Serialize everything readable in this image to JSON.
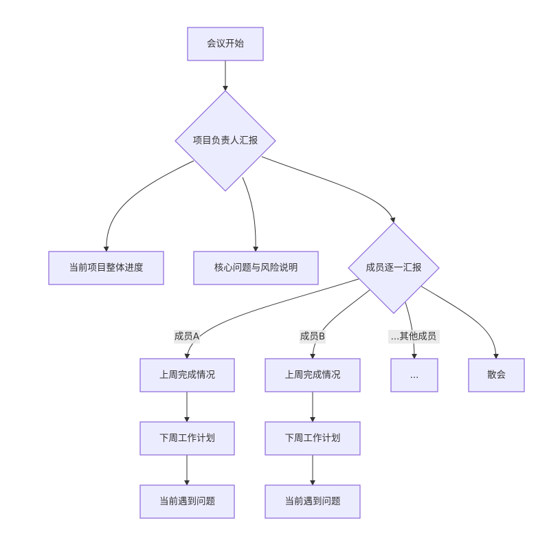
{
  "diagram": {
    "nodes": {
      "start": "会议开始",
      "pm_report": "项目负责人汇报",
      "overall_progress": "当前项目整体进度",
      "issues_risks": "核心问题与风险说明",
      "member_report": "成员逐一汇报",
      "a_last_week": "上周完成情况",
      "a_next_week": "下周工作计划",
      "a_problems": "当前遇到问题",
      "b_last_week": "上周完成情况",
      "b_next_week": "下周工作计划",
      "b_problems": "当前遇到问题",
      "others": "...",
      "adjourn": "散会"
    },
    "edge_labels": {
      "member_a": "成员A",
      "member_b": "成员B",
      "other_members": "...其他成员"
    },
    "colors": {
      "node_fill": "#ECECFF",
      "node_stroke": "#9370DB",
      "edge": "#333333",
      "text": "#333333"
    }
  }
}
